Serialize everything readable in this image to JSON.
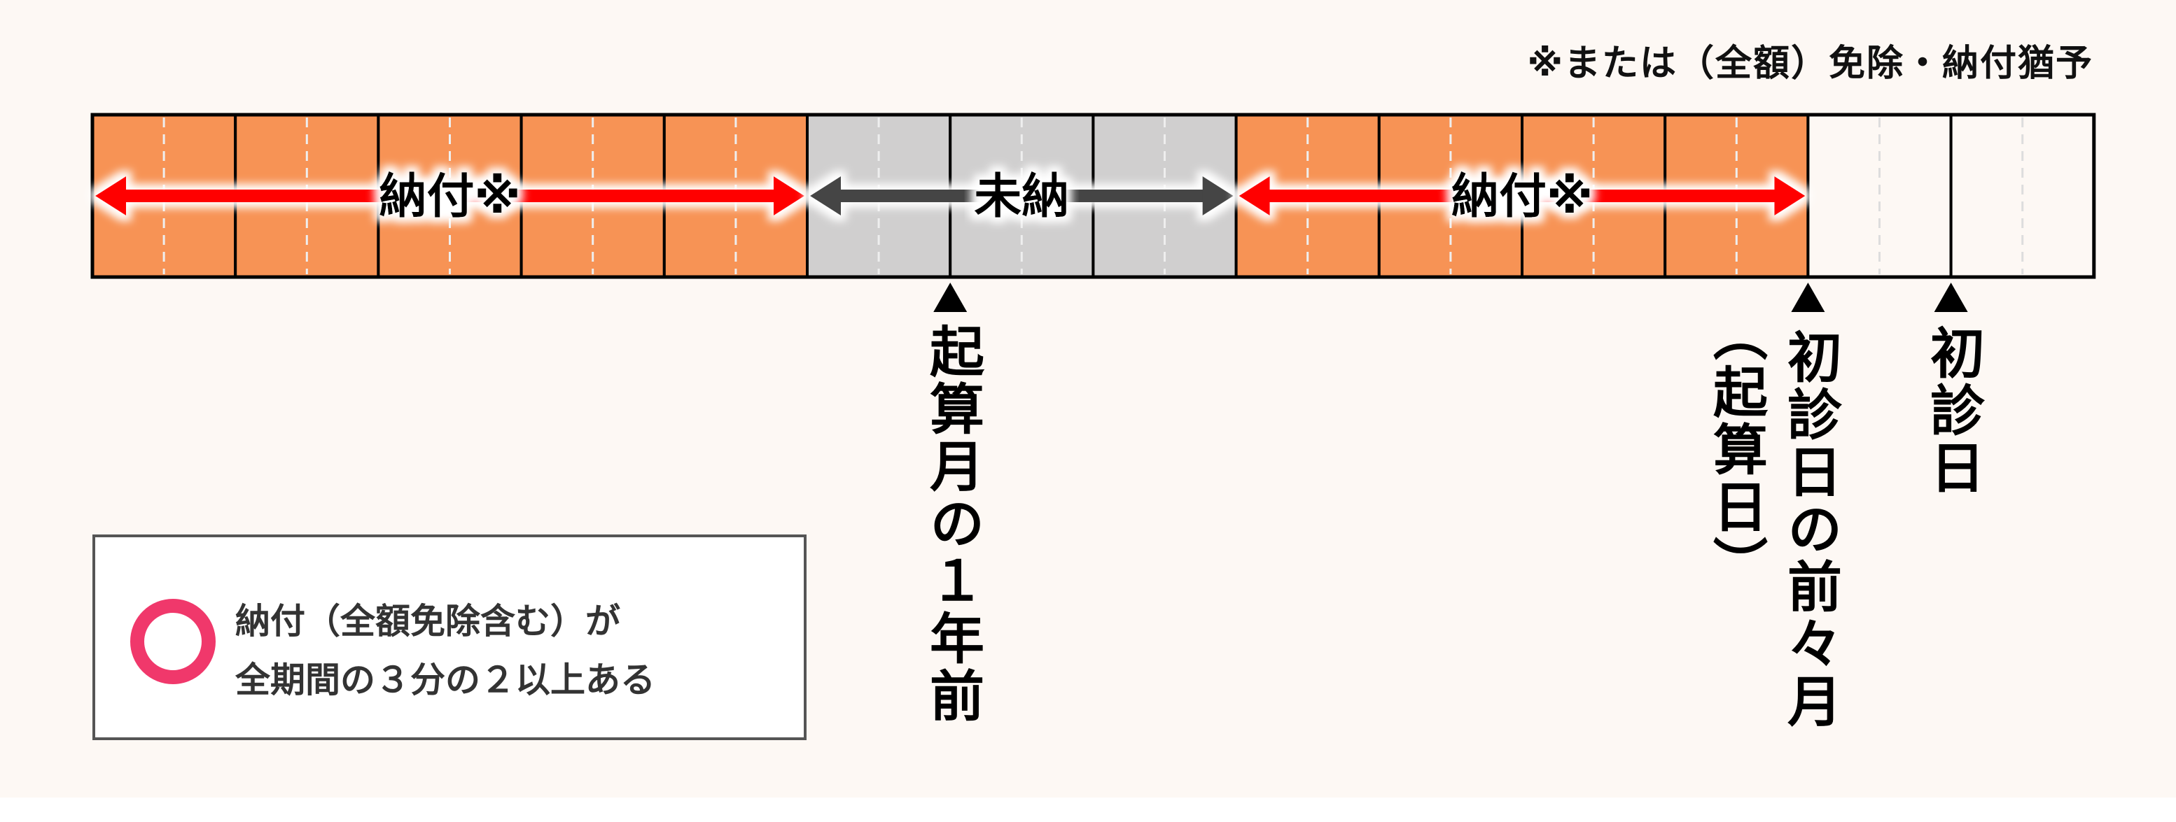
{
  "note": "※または（全額）免除・納付猶予",
  "periods": [
    {
      "label": "納付※",
      "status": "paid",
      "months": 5
    },
    {
      "label": "未納",
      "status": "unpaid",
      "months": 3
    },
    {
      "label": "納付※",
      "status": "paid",
      "months": 4
    },
    {
      "label": "",
      "status": "future",
      "months": 2
    }
  ],
  "markers": {
    "start_month": "起算月の１年前",
    "two_months_before": "初診日の前々月",
    "reference_date": "（起算日）",
    "first_visit": "初診日"
  },
  "legend": {
    "symbol": "○",
    "line1": "納付（全額免除含む）が",
    "line2": "全期間の３分の２以上ある"
  },
  "colors": {
    "paid": "#f79355",
    "unpaid": "#d0cfcf",
    "future": "#fdf8f4",
    "paid_arrow": "#ff0000",
    "unpaid_arrow": "#444444",
    "legend_circle": "#f0386b"
  }
}
